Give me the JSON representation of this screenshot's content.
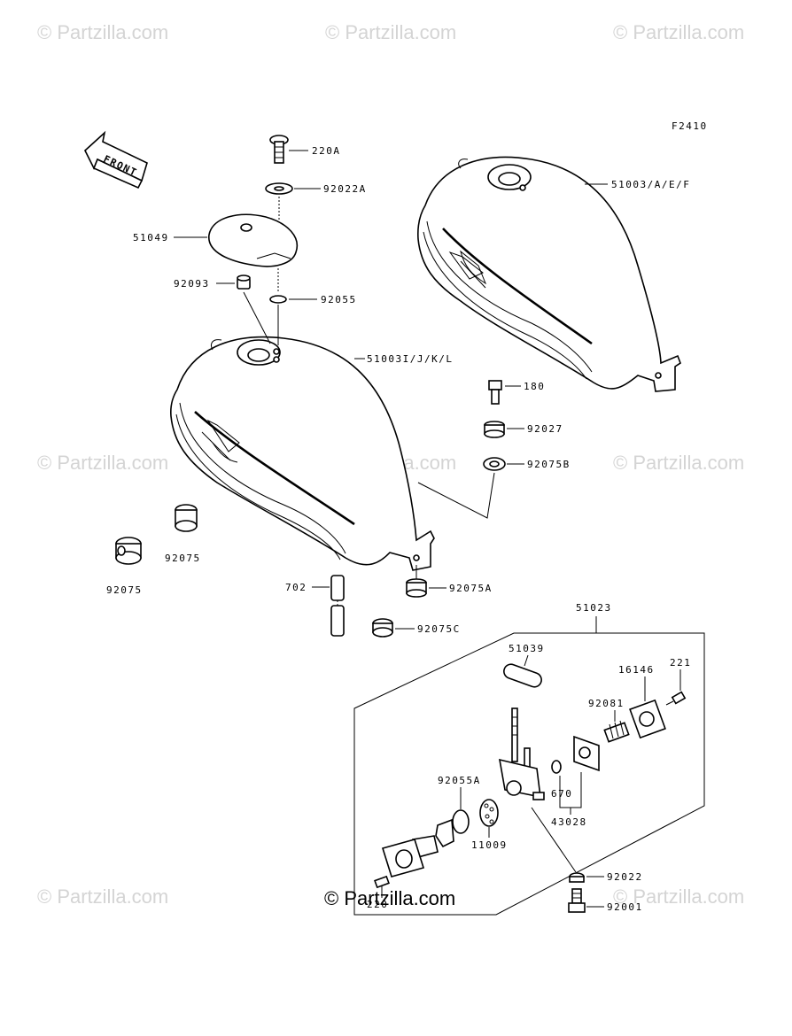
{
  "figure_code": "F2410",
  "front_label": "FRONT",
  "watermark_text": "© Partzilla.com",
  "copyright_text": "© Partzilla.com",
  "labels": {
    "p220A": "220A",
    "p92022A": "92022A",
    "p51049": "51049",
    "p92093": "92093",
    "p92055": "92055",
    "p51003AEF": "51003/A/E/F",
    "p51003IJKL": "51003I/J/K/L",
    "p180": "180",
    "p92027": "92027",
    "p92075B": "92075B",
    "p92075_mid": "92075",
    "p92075_left": "92075",
    "p702": "702",
    "p92075A": "92075A",
    "p92075C": "92075C",
    "p51023": "51023",
    "p51039": "51039",
    "p16146": "16146",
    "p221": "221",
    "p92081": "92081",
    "p92055A": "92055A",
    "p670": "670",
    "p43028": "43028",
    "p11009": "11009",
    "p92022": "92022",
    "p220": "220",
    "p92001": "92001"
  }
}
